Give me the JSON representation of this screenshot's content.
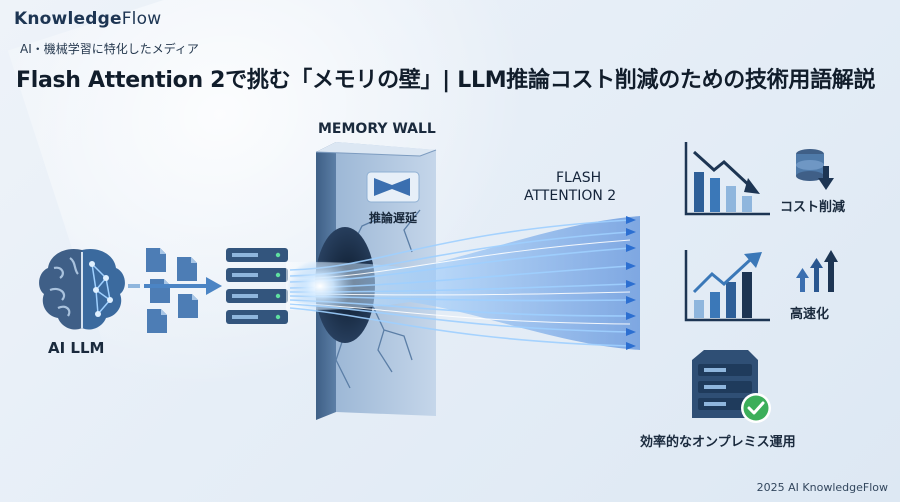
{
  "header": {
    "brand_bold": "Knowledge",
    "brand_rest": "Flow",
    "tagline": "AI・機械学習に特化したメディア",
    "title": "Flash Attention 2で挑む「メモリの壁」| LLM推論コスト削減のための技術用語解説"
  },
  "diagram": {
    "left_label": "AI LLM",
    "wall_title": "MEMORY WALL",
    "wall_badge": "推論遅延",
    "flash_line1": "FLASH",
    "flash_line2": "ATTENTION 2",
    "benefit_cost": "コスト削減",
    "benefit_speed": "高速化",
    "benefit_onprem": "効率的なオンプレミス運用"
  },
  "footer": {
    "copyright": "2025 AI KnowledgeFlow"
  },
  "colors": {
    "navy": "#1d3553",
    "steel": "#3f5f87",
    "accent_blue": "#3b82c4",
    "light_blue": "#8fb6dd",
    "check_green": "#3cae5a"
  },
  "icons": [
    "brain-icon",
    "document-icon",
    "server-rack-icon",
    "bottleneck-icon",
    "bar-chart-down-icon",
    "database-down-icon",
    "line-chart-up-icon",
    "arrows-up-icon",
    "server-check-icon"
  ]
}
